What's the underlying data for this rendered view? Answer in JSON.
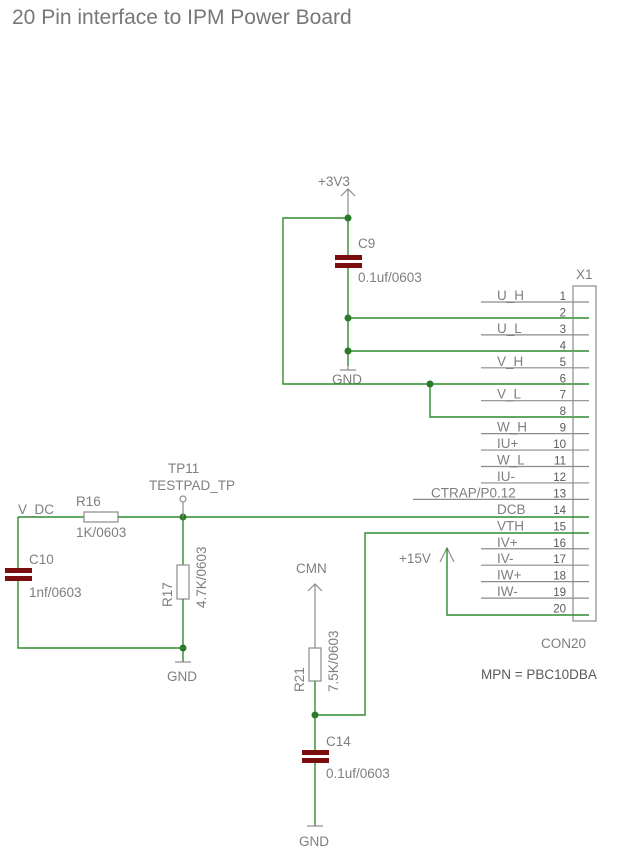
{
  "title": "20 Pin interface to IPM Power Board",
  "power": {
    "p3v3": "+3V3",
    "p15v": "+15V",
    "cmn": "CMN",
    "gnd": "GND"
  },
  "components": {
    "c9": {
      "ref": "C9",
      "value": "0.1uf/0603"
    },
    "c10": {
      "ref": "C10",
      "value": "1nf/0603"
    },
    "c14": {
      "ref": "C14",
      "value": "0.1uf/0603"
    },
    "r16": {
      "ref": "R16",
      "value": "1K/0603"
    },
    "r17": {
      "ref": "R17",
      "value": "4.7K/0603"
    },
    "r21": {
      "ref": "R21",
      "value": "7.5K/0603"
    },
    "tp11": {
      "ref": "TP11",
      "value": "TESTPAD_TP"
    }
  },
  "nets": {
    "v_dc": "V_DC"
  },
  "connector": {
    "ref": "X1",
    "value": "CON20",
    "mpn": "MPN = PBC10DBA"
  },
  "pins": [
    {
      "num": "1",
      "label": "U_H"
    },
    {
      "num": "2",
      "label": ""
    },
    {
      "num": "3",
      "label": "U_L"
    },
    {
      "num": "4",
      "label": ""
    },
    {
      "num": "5",
      "label": "V_H"
    },
    {
      "num": "6",
      "label": ""
    },
    {
      "num": "7",
      "label": "V_L"
    },
    {
      "num": "8",
      "label": ""
    },
    {
      "num": "9",
      "label": "W_H"
    },
    {
      "num": "10",
      "label": "IU+"
    },
    {
      "num": "11",
      "label": "W_L"
    },
    {
      "num": "12",
      "label": "IU-"
    },
    {
      "num": "13",
      "label": "CTRAP/P0.12"
    },
    {
      "num": "14",
      "label": "DCB"
    },
    {
      "num": "15",
      "label": "VTH"
    },
    {
      "num": "16",
      "label": "IV+"
    },
    {
      "num": "17",
      "label": "IV-"
    },
    {
      "num": "18",
      "label": "IW+"
    },
    {
      "num": "19",
      "label": "IW-"
    },
    {
      "num": "20",
      "label": ""
    }
  ]
}
